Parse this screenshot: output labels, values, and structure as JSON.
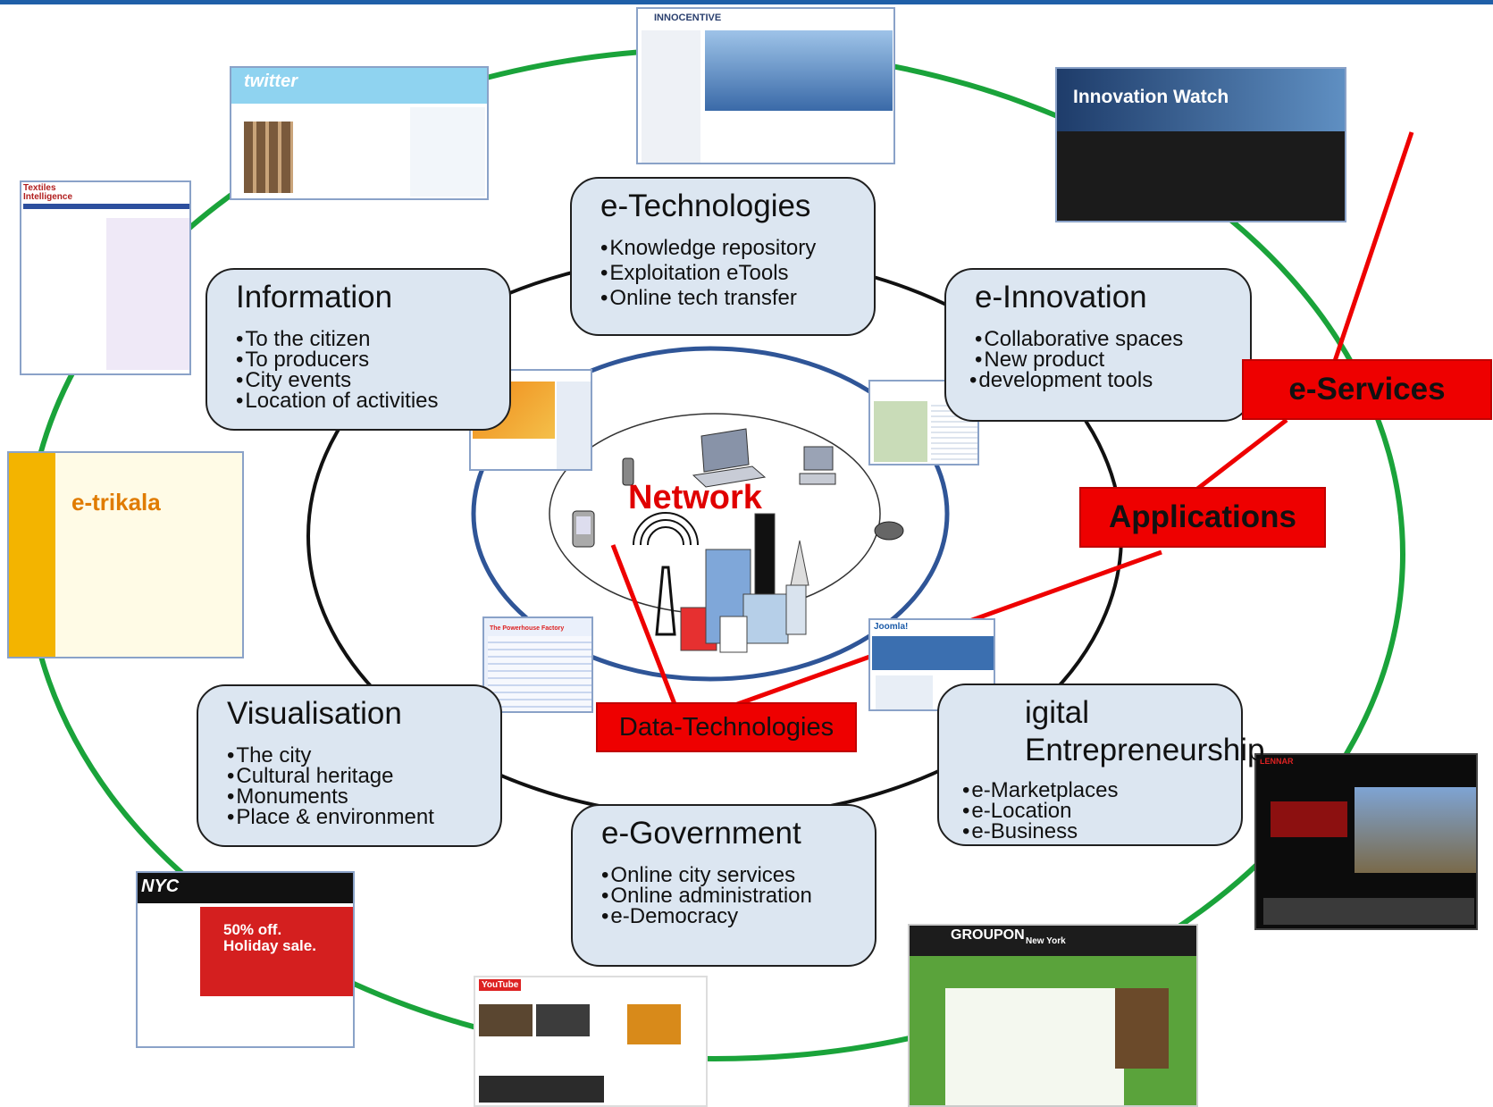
{
  "colors": {
    "ring": "#1aa33a",
    "box_fill": "#dce6f1",
    "accent_red": "#ee0000",
    "ellipse_blue": "#2f5597",
    "top_bar": "#1f5fa8"
  },
  "boxes": {
    "e_technologies": {
      "title": "e-Technologies",
      "items": [
        "Knowledge repository",
        "Exploitation eTools",
        "Online tech transfer"
      ]
    },
    "information": {
      "title": "Information",
      "items": [
        "To the citizen",
        "To producers",
        "City events",
        "Location of activities"
      ]
    },
    "e_innovation": {
      "title": "e-Innovation",
      "items": [
        "Collaborative spaces",
        "New product",
        "development tools"
      ]
    },
    "visualisation": {
      "title": "Visualisation",
      "items": [
        "The city",
        "Cultural heritage",
        "Monuments",
        "Place & environment"
      ]
    },
    "digital_entrepreneurship": {
      "title": "igital\nEntrepreneurship",
      "items": [
        "e-Marketplaces",
        "e-Location",
        "e-Business"
      ]
    },
    "e_government": {
      "title": "e-Government",
      "items": [
        "Online city services",
        "Online administration",
        "e-Democracy"
      ]
    }
  },
  "center": {
    "network_label": "Network"
  },
  "labels": {
    "e_services": "e-Services",
    "applications": "Applications",
    "data_technologies": "Data-Technologies"
  },
  "screenshots": {
    "innocentive": {
      "logo": "INNOCENTIVE"
    },
    "twitter": {
      "logo": "twitter"
    },
    "innovation_watch": {
      "logo": "Innovation Watch"
    },
    "textiles": {
      "logo": "Textiles Intelligence"
    },
    "etrikala": {
      "logo": "e-trikala"
    },
    "nycshop": {
      "logo": "NYC",
      "sale": "50% off. Holiday sale."
    },
    "youtube": {
      "logo": "YouTube"
    },
    "groupon": {
      "logo": "GROUPON",
      "city": "New York"
    },
    "lennar": {
      "logo": "LENNAR"
    },
    "joomla": {
      "logo": "Joomla!"
    },
    "powerhouse": {
      "logo": "The Powerhouse Factory"
    }
  }
}
